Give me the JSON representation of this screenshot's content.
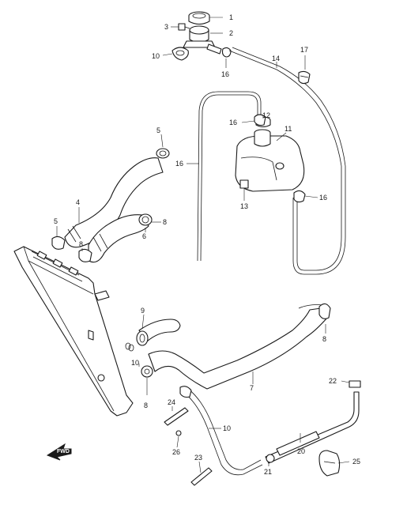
{
  "colors": {
    "line": "#1a1a1a",
    "fill": "#ffffff",
    "background": "#ffffff"
  },
  "orientation": {
    "label": "FWD",
    "icon": "forward-arrow-icon"
  },
  "callouts": [
    {
      "id": "c1",
      "label": "1"
    },
    {
      "id": "c2",
      "label": "2"
    },
    {
      "id": "c3",
      "label": "3"
    },
    {
      "id": "c10a",
      "label": "10"
    },
    {
      "id": "c16a",
      "label": "16"
    },
    {
      "id": "c14",
      "label": "14"
    },
    {
      "id": "c17",
      "label": "17"
    },
    {
      "id": "c12",
      "label": "12"
    },
    {
      "id": "c16b",
      "label": "16"
    },
    {
      "id": "c11",
      "label": "11"
    },
    {
      "id": "c5a",
      "label": "5"
    },
    {
      "id": "c16c",
      "label": "16"
    },
    {
      "id": "c13",
      "label": "13"
    },
    {
      "id": "c16d",
      "label": "16"
    },
    {
      "id": "c4",
      "label": "4"
    },
    {
      "id": "c5b",
      "label": "5"
    },
    {
      "id": "c8a",
      "label": "8"
    },
    {
      "id": "c8b",
      "label": "8"
    },
    {
      "id": "c6",
      "label": "6"
    },
    {
      "id": "c9",
      "label": "9"
    },
    {
      "id": "c8c",
      "label": "8"
    },
    {
      "id": "c10b",
      "label": "10"
    },
    {
      "id": "c8d",
      "label": "8"
    },
    {
      "id": "c7",
      "label": "7"
    },
    {
      "id": "c22",
      "label": "22"
    },
    {
      "id": "c24",
      "label": "24"
    },
    {
      "id": "c10c",
      "label": "10"
    },
    {
      "id": "c26",
      "label": "26"
    },
    {
      "id": "c20",
      "label": "20"
    },
    {
      "id": "c25",
      "label": "25"
    },
    {
      "id": "c23",
      "label": "23"
    },
    {
      "id": "c21",
      "label": "21"
    }
  ]
}
